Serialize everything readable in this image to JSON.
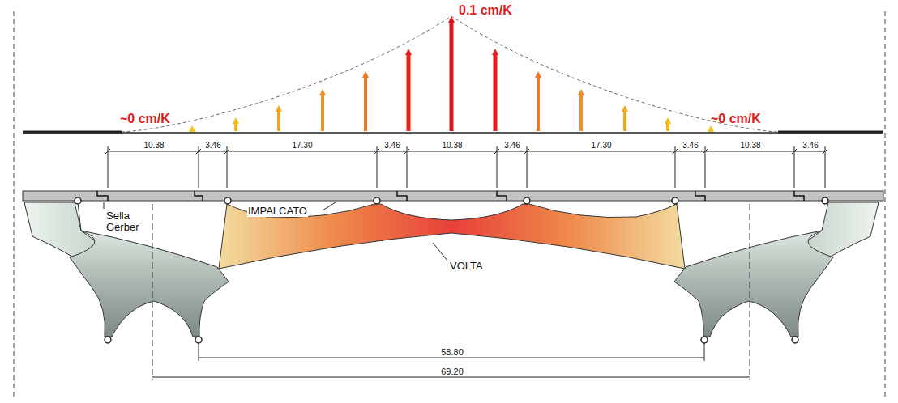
{
  "diagram": {
    "labels": [
      "0.1 cm/K",
      "~0 cm/K",
      "~0 cm/K",
      "10.38",
      "3.46",
      "17.30",
      "3.46",
      "10.38",
      "3.46",
      "17.30",
      "3.46",
      "10.38",
      "3.46",
      "Sella Gerber",
      "IMPALCATO",
      "VOLTA",
      "58.80",
      "69.20"
    ]
  }
}
